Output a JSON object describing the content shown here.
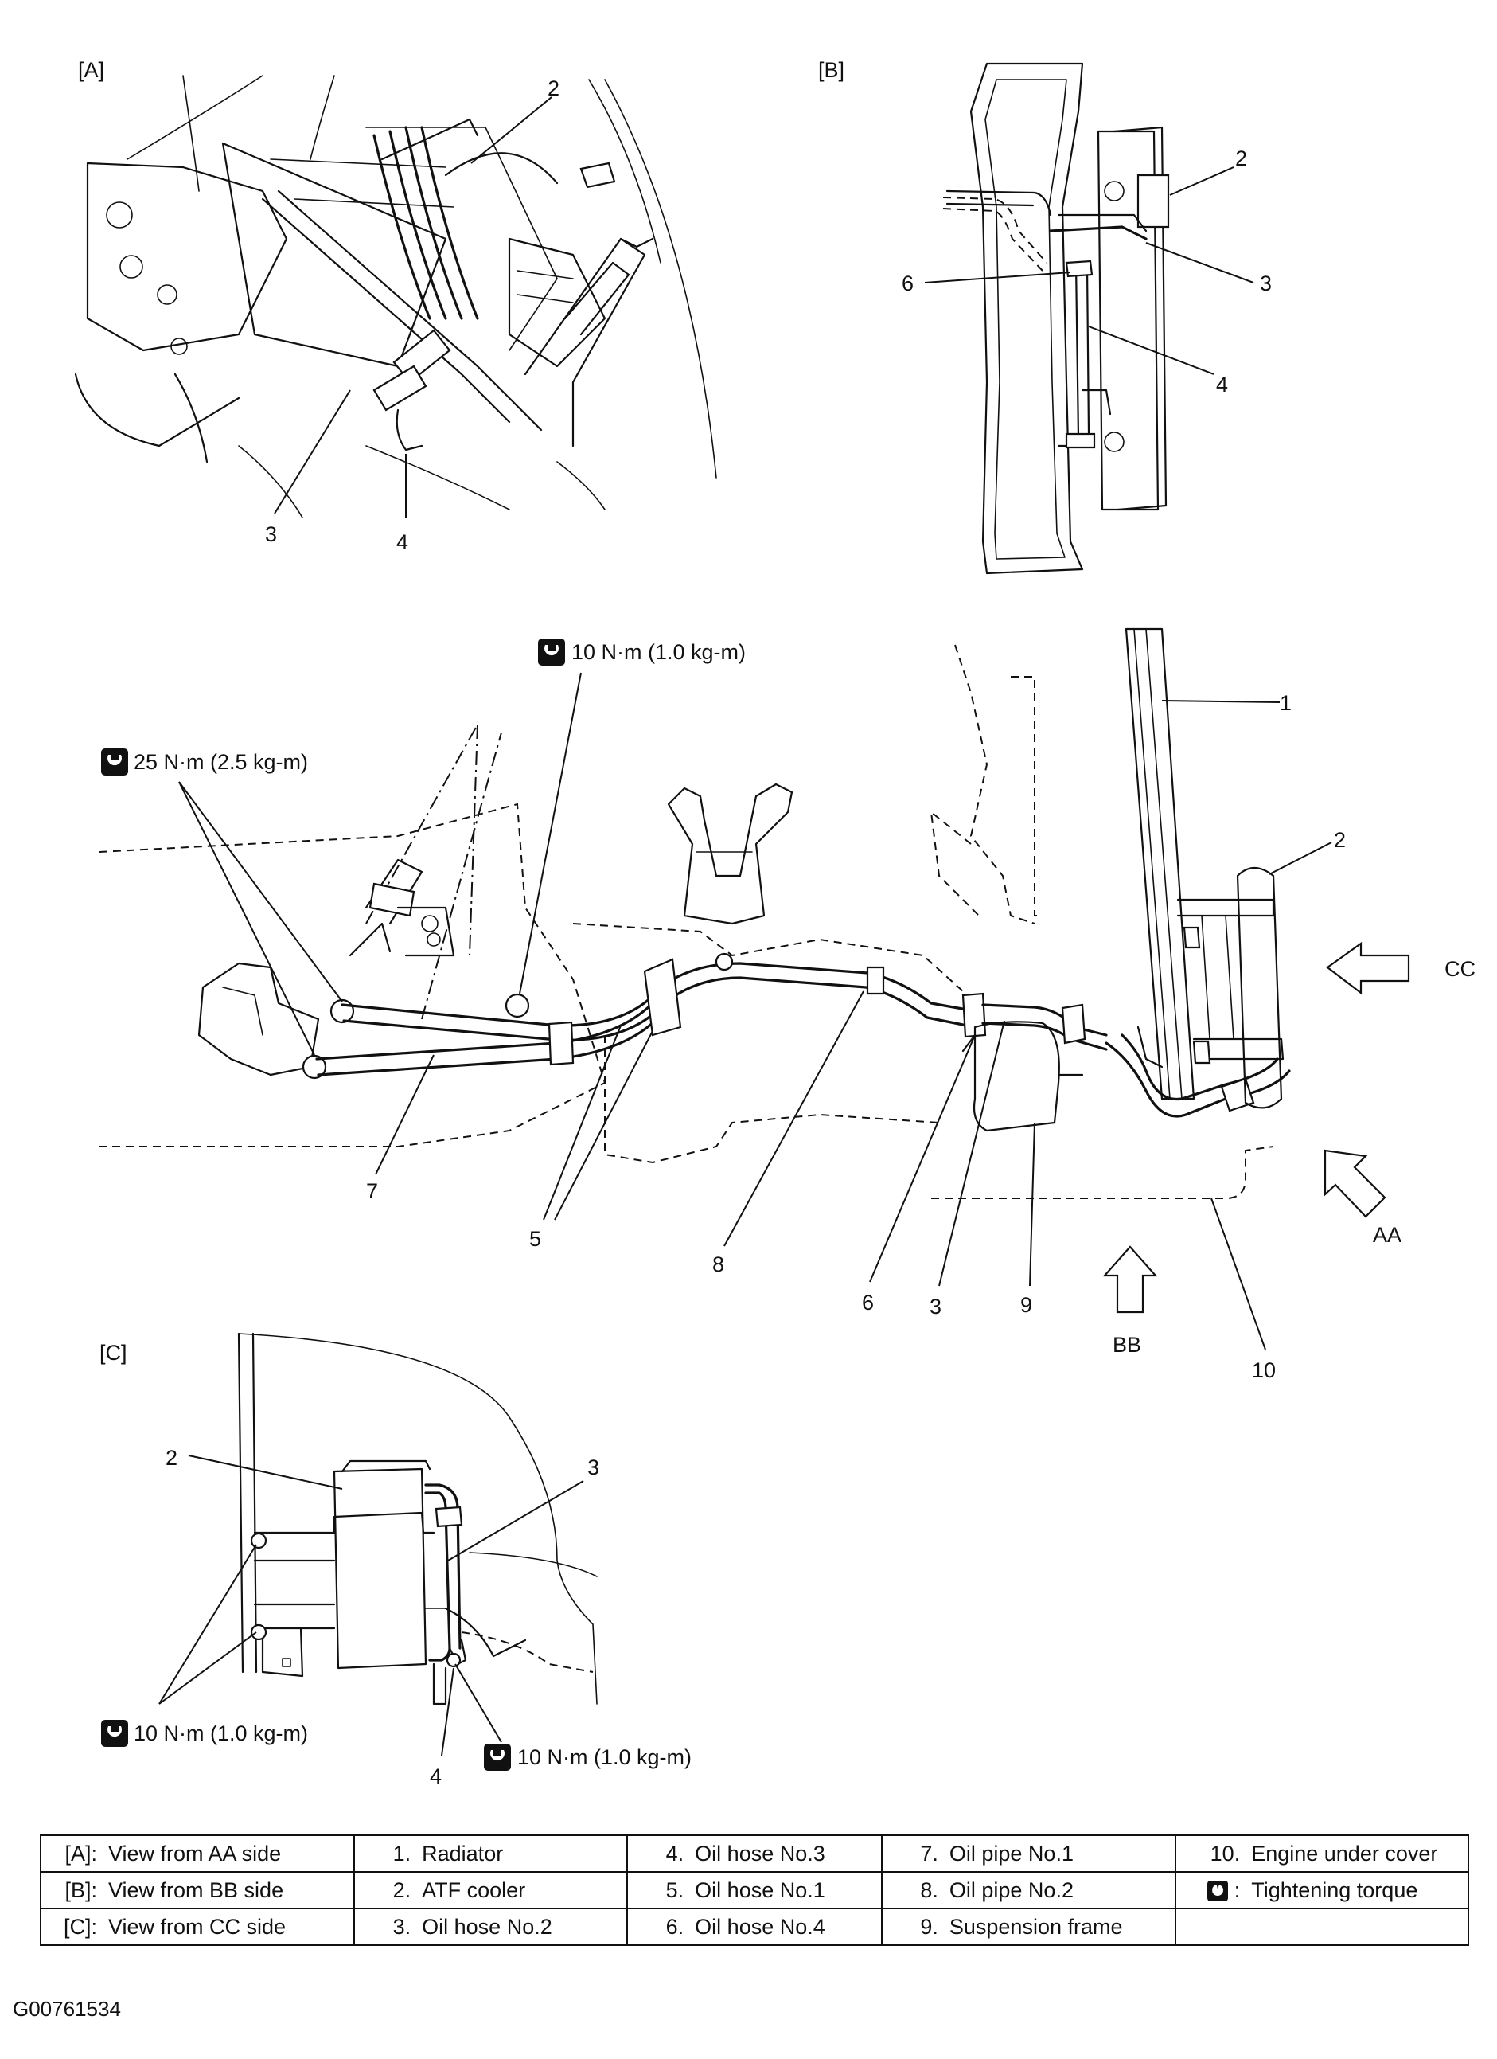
{
  "views": {
    "A": {
      "tag": "[A]"
    },
    "B": {
      "tag": "[B]"
    },
    "C": {
      "tag": "[C]"
    }
  },
  "callouts": {
    "a": [
      "2",
      "3",
      "4"
    ],
    "b": [
      "2",
      "6",
      "3",
      "4"
    ],
    "main": [
      "1",
      "2",
      "7",
      "5",
      "8",
      "6",
      "3",
      "9",
      "10"
    ],
    "c": [
      "2",
      "3",
      "4"
    ]
  },
  "arrows": {
    "aa": "AA",
    "bb": "BB",
    "cc": "CC"
  },
  "torque": {
    "t10_top": "10 N·m (1.0 kg-m)",
    "t25": "25 N·m (2.5 kg-m)",
    "t10_c_left": "10 N·m (1.0 kg-m)",
    "t10_c_right": "10 N·m (1.0 kg-m)"
  },
  "legend": {
    "rows": [
      [
        {
          "k": "[A]:",
          "v": "View from AA side"
        },
        {
          "k": "1.",
          "v": "Radiator"
        },
        {
          "k": "4.",
          "v": "Oil hose No.3"
        },
        {
          "k": "7.",
          "v": "Oil pipe No.1"
        },
        {
          "k": "10.",
          "v": "Engine under cover"
        }
      ],
      [
        {
          "k": "[B]:",
          "v": "View from BB side"
        },
        {
          "k": "2.",
          "v": "ATF cooler"
        },
        {
          "k": "5.",
          "v": "Oil hose No.1"
        },
        {
          "k": "8.",
          "v": "Oil pipe No.2"
        },
        {
          "k": "",
          "v": "Tightening torque",
          "icon": "torque-wrench-icon",
          "sep": ":"
        }
      ],
      [
        {
          "k": "[C]:",
          "v": "View from CC side"
        },
        {
          "k": "3.",
          "v": "Oil hose No.2"
        },
        {
          "k": "6.",
          "v": "Oil hose No.4"
        },
        {
          "k": "9.",
          "v": "Suspension frame"
        },
        {
          "k": "",
          "v": ""
        }
      ]
    ]
  },
  "figure_code": "G00761534"
}
